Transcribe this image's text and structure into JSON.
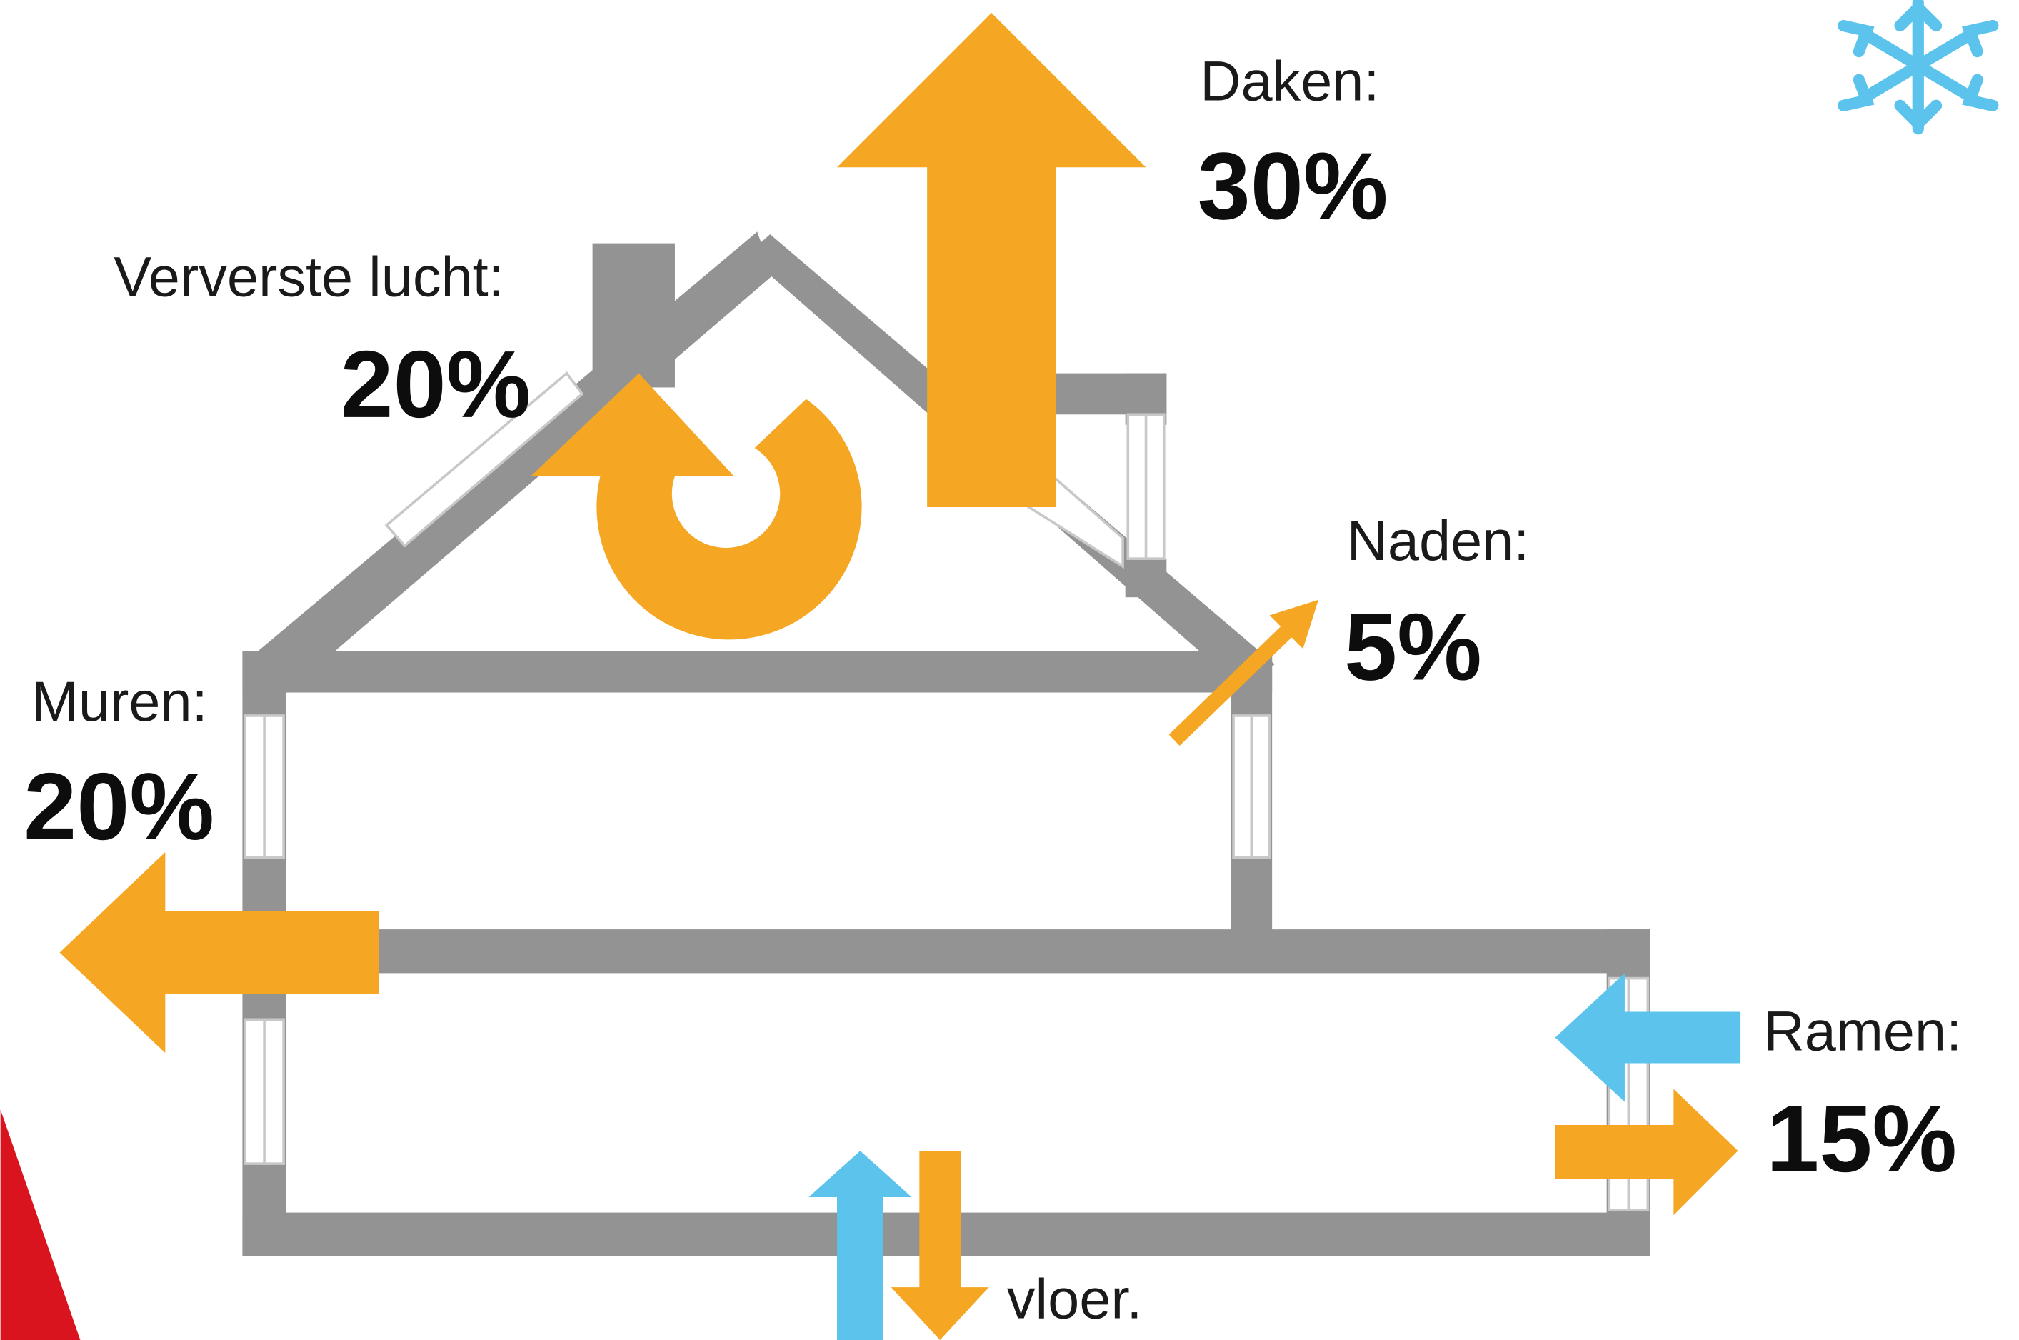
{
  "colors": {
    "wall": "#939393",
    "heat": "#F5A623",
    "cold": "#5BC3EC",
    "accent_red": "#D9141E",
    "text": "#111111"
  },
  "icons": [
    "snowflake-icon"
  ],
  "items": {
    "daken": {
      "label": "Daken:",
      "value": "30%"
    },
    "ververste_lucht": {
      "label": "Ververste lucht:",
      "value": "20%"
    },
    "naden": {
      "label": "Naden:",
      "value": "5%"
    },
    "muren": {
      "label": "Muren:",
      "value": "20%"
    },
    "ramen": {
      "label": "Ramen:",
      "value": "15%"
    },
    "vloer": {
      "label": "vloer."
    }
  }
}
